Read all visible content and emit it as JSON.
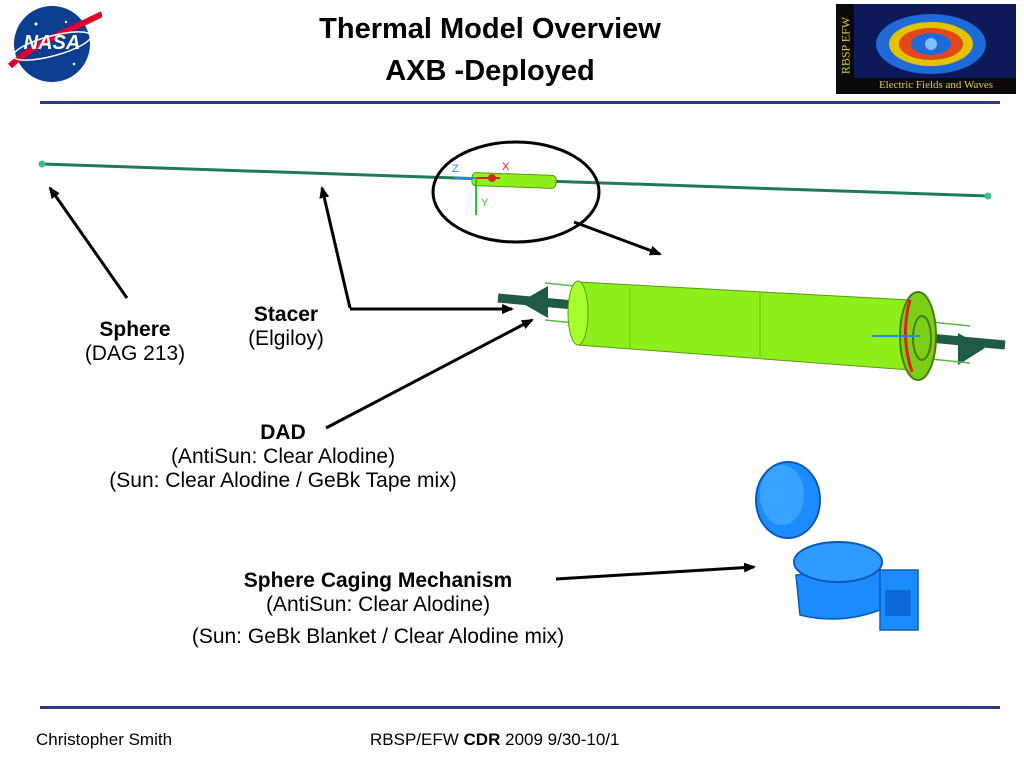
{
  "header": {
    "title_line1": "Thermal Model Overview",
    "title_line2": "AXB -Deployed",
    "left_logo_text": "NASA",
    "right_logo_vertical_text": "RBSP EFW",
    "right_logo_caption": "Electric Fields and Waves"
  },
  "labels": {
    "sphere": {
      "name": "Sphere",
      "detail": "(DAG 213)"
    },
    "stacer": {
      "name": "Stacer",
      "detail": "(Elgiloy)"
    },
    "dad": {
      "name": "DAD",
      "detail1": "(AntiSun: Clear Alodine)",
      "detail2": "(Sun: Clear Alodine / GeBk Tape mix)"
    },
    "caging": {
      "name": "Sphere Caging Mechanism",
      "detail1": "(AntiSun: Clear Alodine)",
      "detail2": "(Sun: GeBk Blanket / Clear Alodine mix)"
    }
  },
  "axis_labels": {
    "z": "Z",
    "y": "Y",
    "x": "X"
  },
  "footer": {
    "author": "Christopher Smith",
    "program": "RBSP/EFW",
    "review": "CDR",
    "dates": "2009 9/30-10/1"
  },
  "colors": {
    "rule": "#2e3a8c",
    "boom": "#1f7a5a",
    "dad": "#8ef01a",
    "caging": "#1a8cff"
  }
}
